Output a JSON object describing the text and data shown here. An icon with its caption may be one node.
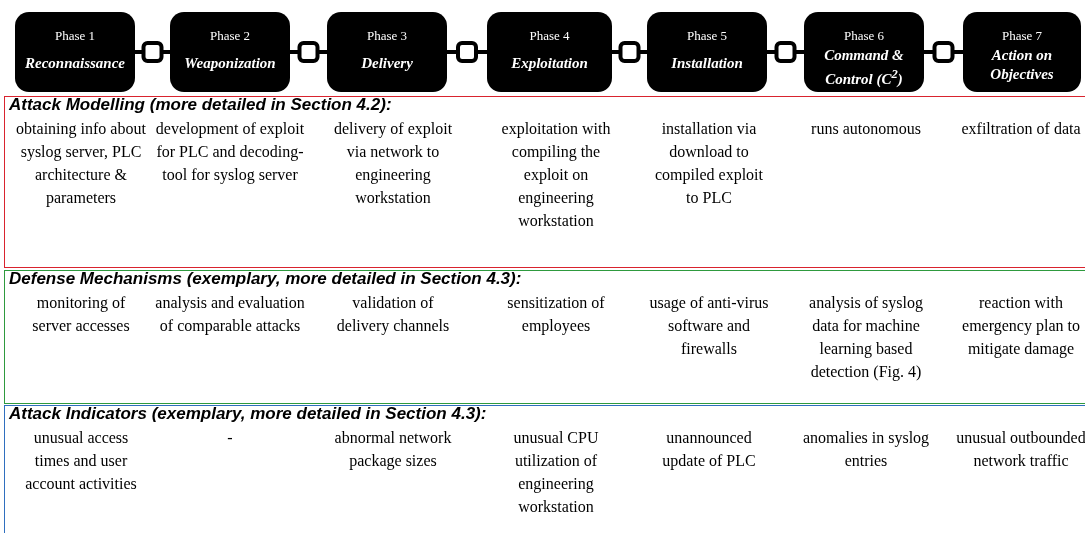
{
  "diagram": {
    "nodes": [
      {
        "text": [
          "Phase 1",
          "Reconnaissance"
        ]
      },
      {
        "text": [
          "Phase 2",
          "Weaponization"
        ]
      },
      {
        "text": [
          "Phase 3",
          "Delivery"
        ]
      },
      {
        "text": [
          "Phase 4",
          "Exploitation"
        ]
      },
      {
        "text": [
          "Phase 5",
          "Installation"
        ]
      },
      {
        "text": [
          "Phase 6",
          "Command & Control (C$^{2}$)"
        ]
      },
      {
        "text": [
          "Phase 7",
          "Action on Objectives"
        ]
      },
      {
        "text": [
          "Attack Modelling (more detailed in Section 4.2):",
          "obtaining info about syslog server, PLC architecture & parameters",
          "development of exploit for PLC and decoding-tool for syslog server",
          "delivery of exploit via network to engineering workstation",
          "exploitation with compiling the exploit on engineering workstation",
          "installation via download to compiled exploit to PLC",
          "runs autonomous",
          "exfiltration of data"
        ]
      },
      {
        "text": [
          "Defense Mechanisms (exemplary, more detailed in Section 4.3):",
          "monitoring of server accesses",
          "analysis and evaluation of comparable attacks",
          "validation of delivery channels",
          "sensitization of employees",
          "usage of anti-virus software and firewalls",
          "analysis of syslog data for machine learning based detection (Fig. 4)",
          "reaction with emergency plan to mitigate damage"
        ]
      },
      {
        "text": [
          "Attack Indicators (exemplary, more detailed in Section 4.3):",
          "unusual access times and user account activities",
          "-",
          "abnormal network package sizes",
          "unusual CPU utilization of engineering workstation",
          "unannounced update of PLC",
          "anomalies in syslog entries",
          "unusual outbounded network traffic"
        ]
      }
    ],
    "edges": [
      {
        "from": 0,
        "to": 1,
        "arrow": "none"
      },
      {
        "from": 1,
        "to": 2,
        "arrow": "none"
      },
      {
        "from": 2,
        "to": 3,
        "arrow": "none"
      },
      {
        "from": 3,
        "to": 4,
        "arrow": "none"
      },
      {
        "from": 4,
        "to": 5,
        "arrow": "none"
      },
      {
        "from": 5,
        "to": 6,
        "arrow": "none"
      }
    ]
  }
}
